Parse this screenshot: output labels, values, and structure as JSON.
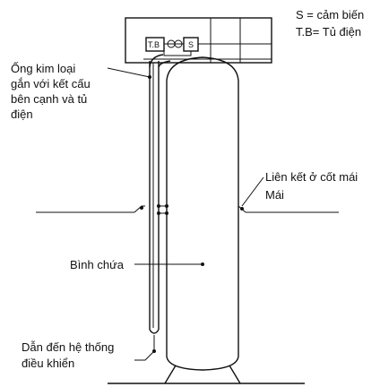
{
  "legend": {
    "sensor": "S = cảm biến",
    "panel": "T.B= Tủ điện"
  },
  "box_labels": {
    "tb": "T.B",
    "s": "S"
  },
  "callouts": {
    "pipe_line1": "Ống kim loại",
    "pipe_line2": "gắn với kết cấu",
    "pipe_line3": "bên cạnh và tủ",
    "pipe_line4": "điện",
    "roof_tie": "Liên kết ở cốt mái",
    "roof": "Mái",
    "tank": "Bình chứa",
    "control_line1": "Dẫn đến hệ thống",
    "control_line2": "điều khiển"
  }
}
